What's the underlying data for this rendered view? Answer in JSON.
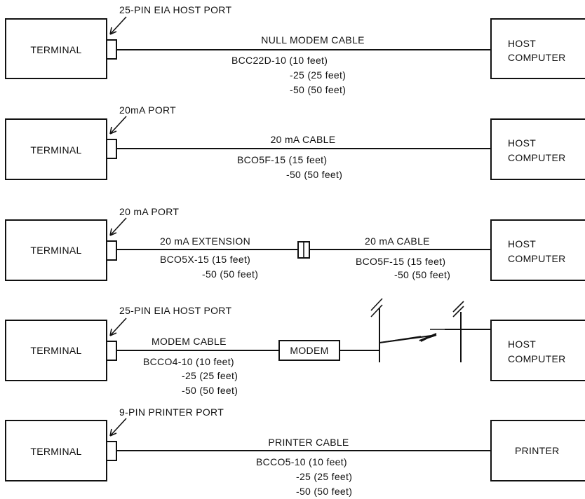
{
  "rows": [
    {
      "terminal": "TERMINAL",
      "port": "25-PIN EIA HOST PORT",
      "cable": "NULL  MODEM CABLE",
      "lengths": [
        "BCC22D-10  (10 feet)",
        "-25 (25 feet)",
        "-50 (50 feet)"
      ],
      "destination": [
        "HOST",
        "COMPUTER"
      ]
    },
    {
      "terminal": "TERMINAL",
      "port": "20mA PORT",
      "cable": "20 mA CABLE",
      "lengths": [
        "BCO5F-15 (15 feet)",
        "-50 (50 feet)"
      ],
      "destination": [
        "HOST",
        "COMPUTER"
      ]
    },
    {
      "terminal": "TERMINAL",
      "port": "20 mA PORT",
      "extension": "20 mA EXTENSION",
      "extension_lengths": [
        "BCO5X-15 (15 feet)",
        "-50 (50 feet)"
      ],
      "cable": "20 mA CABLE",
      "lengths": [
        "BCO5F-15 (15 feet)",
        "-50 (50 feet)"
      ],
      "destination": [
        "HOST",
        "COMPUTER"
      ]
    },
    {
      "terminal": "TERMINAL",
      "port": "25-PIN EIA HOST PORT",
      "cable": "MODEM CABLE",
      "lengths": [
        "BCCO4-10 (10 feet)",
        "-25 (25 feet)",
        "-50 (50 feet)"
      ],
      "modem": "MODEM",
      "destination": [
        "HOST",
        "COMPUTER"
      ]
    },
    {
      "terminal": "TERMINAL",
      "port": "9-PIN PRINTER PORT",
      "cable": "PRINTER CABLE",
      "lengths": [
        "BCCO5-10 (10 feet)",
        "-25 (25 feet)",
        "-50 (50 feet)"
      ],
      "destination": [
        "PRINTER"
      ]
    }
  ]
}
